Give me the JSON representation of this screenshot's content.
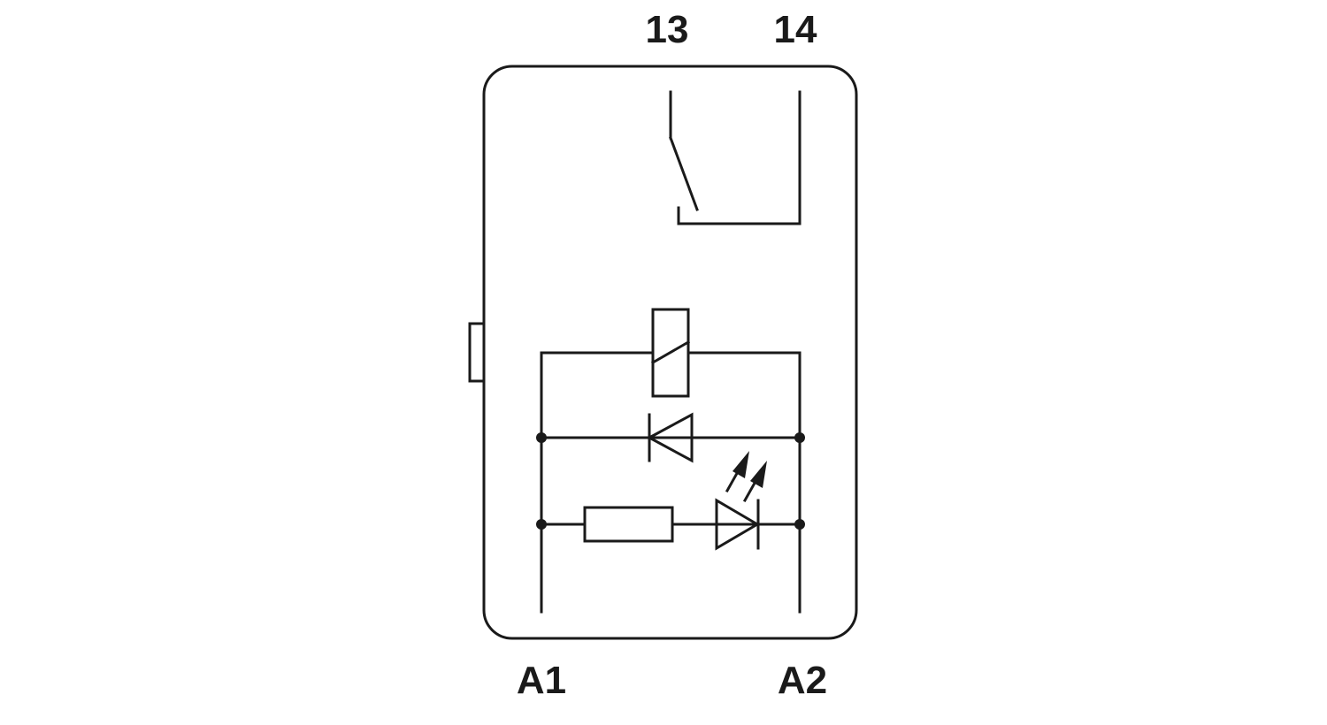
{
  "terminals": {
    "top_left": "13",
    "top_right": "14",
    "bottom_left": "A1",
    "bottom_right": "A2"
  },
  "colors": {
    "line": "#1a1a1a",
    "background": "#ffffff"
  }
}
